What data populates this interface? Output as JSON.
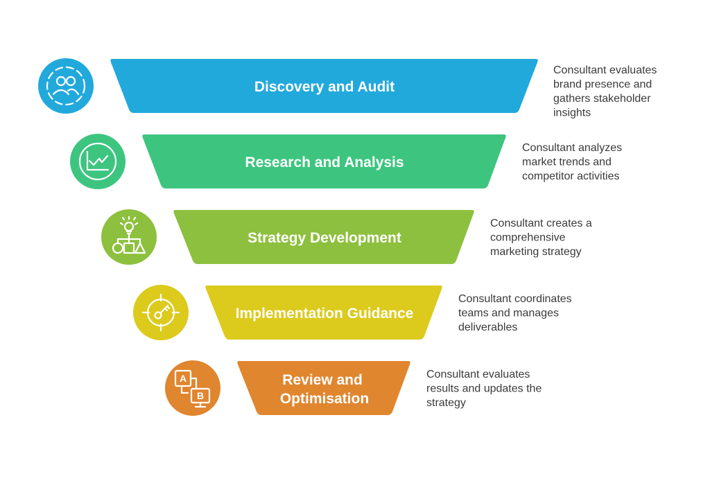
{
  "funnel": {
    "stages": [
      {
        "label_lines": [
          "Discovery and Audit"
        ],
        "description_lines": [
          "Consultant evaluates",
          "brand presence and",
          "gathers stakeholder",
          "insights"
        ],
        "color": "#22A9DC",
        "icon": "users-icon"
      },
      {
        "label_lines": [
          "Research and Analysis"
        ],
        "description_lines": [
          "Consultant analyzes",
          "market trends and",
          "competitor activities"
        ],
        "color": "#3DC57F",
        "icon": "line-chart-icon"
      },
      {
        "label_lines": [
          "Strategy Development"
        ],
        "description_lines": [
          "Consultant creates a",
          "comprehensive",
          "marketing strategy"
        ],
        "color": "#8DC03E",
        "icon": "lightbulb-flowchart-icon"
      },
      {
        "label_lines": [
          "Implementation Guidance"
        ],
        "description_lines": [
          "Consultant coordinates",
          "teams and manages",
          "deliverables"
        ],
        "color": "#DCCA1D",
        "icon": "target-key-icon"
      },
      {
        "label_lines": [
          "Review and",
          "Optimisation"
        ],
        "description_lines": [
          "Consultant evaluates",
          "results and updates the",
          "strategy"
        ],
        "color": "#E0862F",
        "icon": "ab-test-icon"
      }
    ]
  }
}
